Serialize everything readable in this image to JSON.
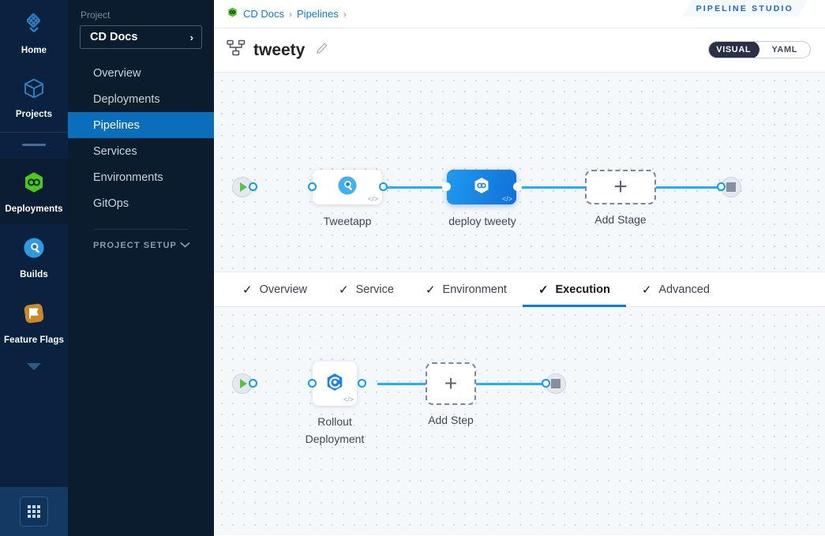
{
  "rail": {
    "items": [
      {
        "label": "Home",
        "icon": "home-clover-icon",
        "active": false
      },
      {
        "label": "Projects",
        "icon": "cube-icon",
        "active": false
      },
      {
        "label": "Deployments",
        "icon": "deployments-hexagon-icon",
        "active": true
      },
      {
        "label": "Builds",
        "icon": "builds-circle-icon",
        "active": false
      },
      {
        "label": "Feature Flags",
        "icon": "feature-flags-icon",
        "active": false
      }
    ],
    "more_icon": "chevron-down-icon",
    "grid_icon": "grid-apps-icon"
  },
  "sidebar": {
    "section_label": "Project",
    "project_name": "CD Docs",
    "project_caret": "›",
    "items": [
      {
        "label": "Overview",
        "active": false
      },
      {
        "label": "Deployments",
        "active": false
      },
      {
        "label": "Pipelines",
        "active": true
      },
      {
        "label": "Services",
        "active": false
      },
      {
        "label": "Environments",
        "active": false
      },
      {
        "label": "GitOps",
        "active": false
      }
    ],
    "setup_label": "PROJECT SETUP",
    "setup_caret": "⌄"
  },
  "breadcrumb": {
    "icon": "deployments-hexagon-icon",
    "items": [
      "CD Docs",
      "Pipelines"
    ],
    "separator": "›"
  },
  "studio_badge": {
    "label": "PIPELINE STUDIO"
  },
  "header": {
    "icon": "pipeline-hierarchy-icon",
    "title": "tweety",
    "edit_icon": "pencil-icon"
  },
  "view_toggle": {
    "options": [
      {
        "label": "VISUAL",
        "selected": true
      },
      {
        "label": "YAML",
        "selected": false
      }
    ]
  },
  "stage_graph": {
    "start_icon": "play-icon",
    "end_icon": "stop-icon",
    "stages": [
      {
        "name": "Tweetapp",
        "icon": "build-stage-icon",
        "selected": false,
        "code_badge": "</>"
      },
      {
        "name": "deploy tweety",
        "icon": "deploy-stage-icon",
        "selected": true,
        "code_badge": "</>"
      }
    ],
    "add_stage_label": "Add Stage",
    "add_icon": "plus-icon"
  },
  "tabs": [
    {
      "label": "Overview",
      "check": "✓",
      "active": false
    },
    {
      "label": "Service",
      "check": "✓",
      "active": false
    },
    {
      "label": "Environment",
      "check": "✓",
      "active": false
    },
    {
      "label": "Execution",
      "check": "✓",
      "active": true
    },
    {
      "label": "Advanced",
      "check": "✓",
      "active": false
    }
  ],
  "step_graph": {
    "start_icon": "play-icon",
    "end_icon": "stop-icon",
    "steps": [
      {
        "name_line1": "Rollout",
        "name_line2": "Deployment",
        "icon": "rollout-deployment-icon",
        "code_badge": "</>"
      }
    ],
    "add_step_label": "Add Step",
    "add_icon": "plus-icon"
  },
  "colors": {
    "accent_blue": "#0a7ce1",
    "edge_blue": "#21b0f5",
    "rail_bg": "#0a2240",
    "sidebar_bg": "#0b1c2e",
    "canvas_bg": "#f5f8fb",
    "deploy_green": "#5ec544"
  }
}
